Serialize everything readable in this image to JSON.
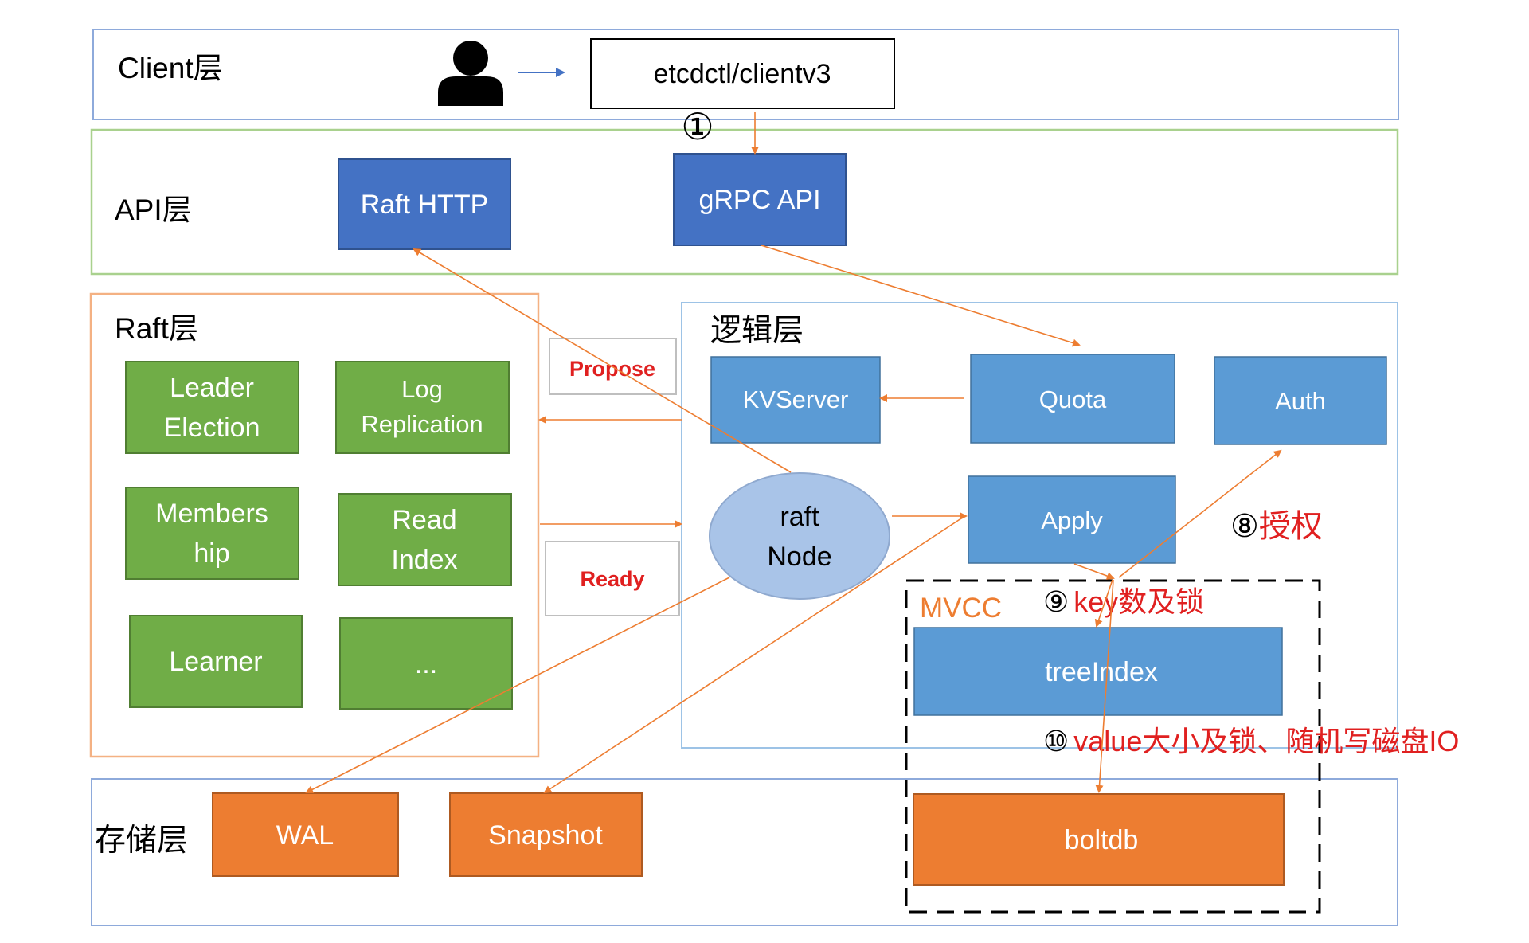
{
  "layers": {
    "client": "Client层",
    "api": "API层",
    "raft": "Raft层",
    "logic": "逻辑层",
    "storage": "存储层"
  },
  "client": {
    "user_icon": "user-icon",
    "tool": "etcdctl/clientv3"
  },
  "api": {
    "raft_http": "Raft HTTP",
    "grpc": "gRPC API"
  },
  "raft_modules": {
    "leader_election": [
      "Leader",
      "Election"
    ],
    "log_replication": [
      "Log",
      "Replication"
    ],
    "membership": [
      "Members",
      "hip"
    ],
    "read_index": [
      "Read",
      "Index"
    ],
    "learner": "Learner",
    "more": "..."
  },
  "logic": {
    "kvserver": "KVServer",
    "quota": "Quota",
    "auth": "Auth",
    "raft_node": [
      "raft",
      "Node"
    ],
    "apply": "Apply"
  },
  "messages": {
    "propose": "Propose",
    "ready": "Ready"
  },
  "mvcc": {
    "title": "MVCC",
    "tree_index": "treeIndex",
    "boltdb": "boltdb"
  },
  "storage": {
    "wal": "WAL",
    "snapshot": "Snapshot"
  },
  "steps": {
    "step1": "①",
    "step8": {
      "num": "⑧",
      "text": "授权"
    },
    "step9": {
      "num": "⑨",
      "text": "key数及锁"
    },
    "step10": {
      "num": "⑩",
      "text": "value大小及锁、随机写磁盘IO"
    }
  },
  "colors": {
    "blue_box": "#4472c4",
    "light_blue_box": "#5b9bd5",
    "green_box": "#70ad47",
    "orange_box": "#ed7d31",
    "arrow_orange": "#ed7d31",
    "red_text": "#e02020",
    "raft_node_fill": "#a9c4e8"
  }
}
